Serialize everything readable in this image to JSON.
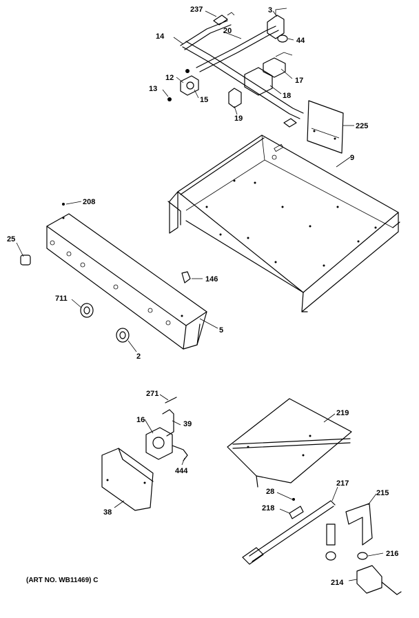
{
  "callouts": {
    "c237": "237",
    "c3": "3",
    "c14": "14",
    "c20": "20",
    "c44": "44",
    "c17": "17",
    "c12": "12",
    "c13": "13",
    "c15": "15",
    "c18": "18",
    "c19": "19",
    "c225": "225",
    "c9": "9",
    "c208": "208",
    "c25": "25",
    "c146": "146",
    "c711": "711",
    "c5": "5",
    "c2": "2",
    "c271": "271",
    "c16": "16",
    "c39a": "39",
    "c444": "444",
    "c38": "38",
    "c219": "219",
    "c217": "217",
    "c215": "215",
    "c28": "28",
    "c218": "218",
    "c216": "216",
    "c214": "214"
  },
  "caption": "(ART NO. WB11469) C"
}
